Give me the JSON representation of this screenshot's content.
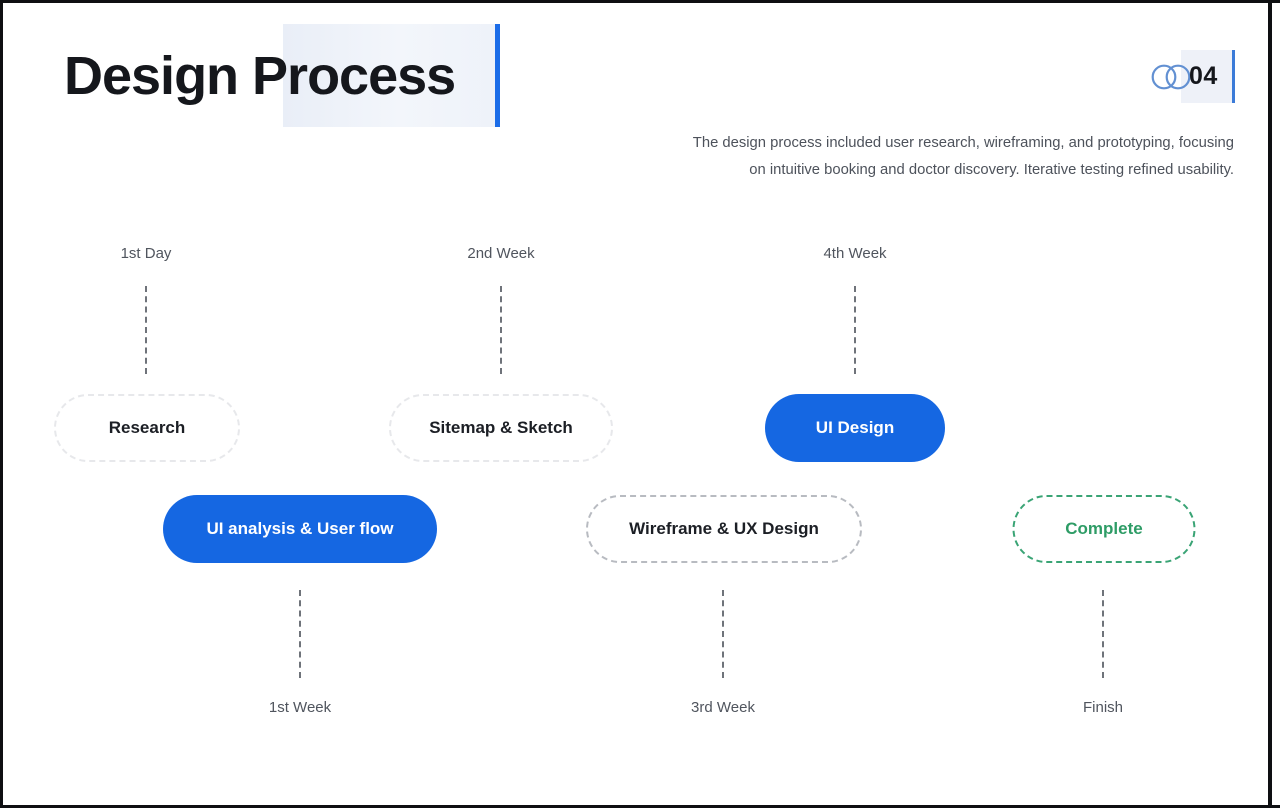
{
  "header": {
    "title": "Design Process",
    "page_number": "04",
    "badge_icon": "overlapping-circles-icon"
  },
  "description": {
    "lines": [
      "The design process included user research, wireframing, and prototyping, focusing",
      "on intuitive booking and doctor discovery. Iterative testing refined usability."
    ]
  },
  "timeline": {
    "stages": [
      {
        "label": "Research",
        "time": "1st Day",
        "style": "dashed-light",
        "time_position": "top"
      },
      {
        "label": "Sitemap & Sketch",
        "time": "2nd Week",
        "style": "dashed-light",
        "time_position": "top"
      },
      {
        "label": "UI Design",
        "time": "4th Week",
        "style": "solid-blue",
        "time_position": "top"
      },
      {
        "label": "UI analysis & User flow",
        "time": "1st Week",
        "style": "solid-blue",
        "time_position": "bottom"
      },
      {
        "label": "Wireframe & UX Design",
        "time": "3rd Week",
        "style": "dashed-gray",
        "time_position": "bottom"
      },
      {
        "label": "Complete",
        "time": "Finish",
        "style": "dashed-green",
        "time_position": "bottom"
      }
    ]
  },
  "colors": {
    "accent_blue": "#1567e2",
    "success_green": "#2e9c66",
    "text_dark": "#15171c",
    "text_gray": "#50555e"
  }
}
